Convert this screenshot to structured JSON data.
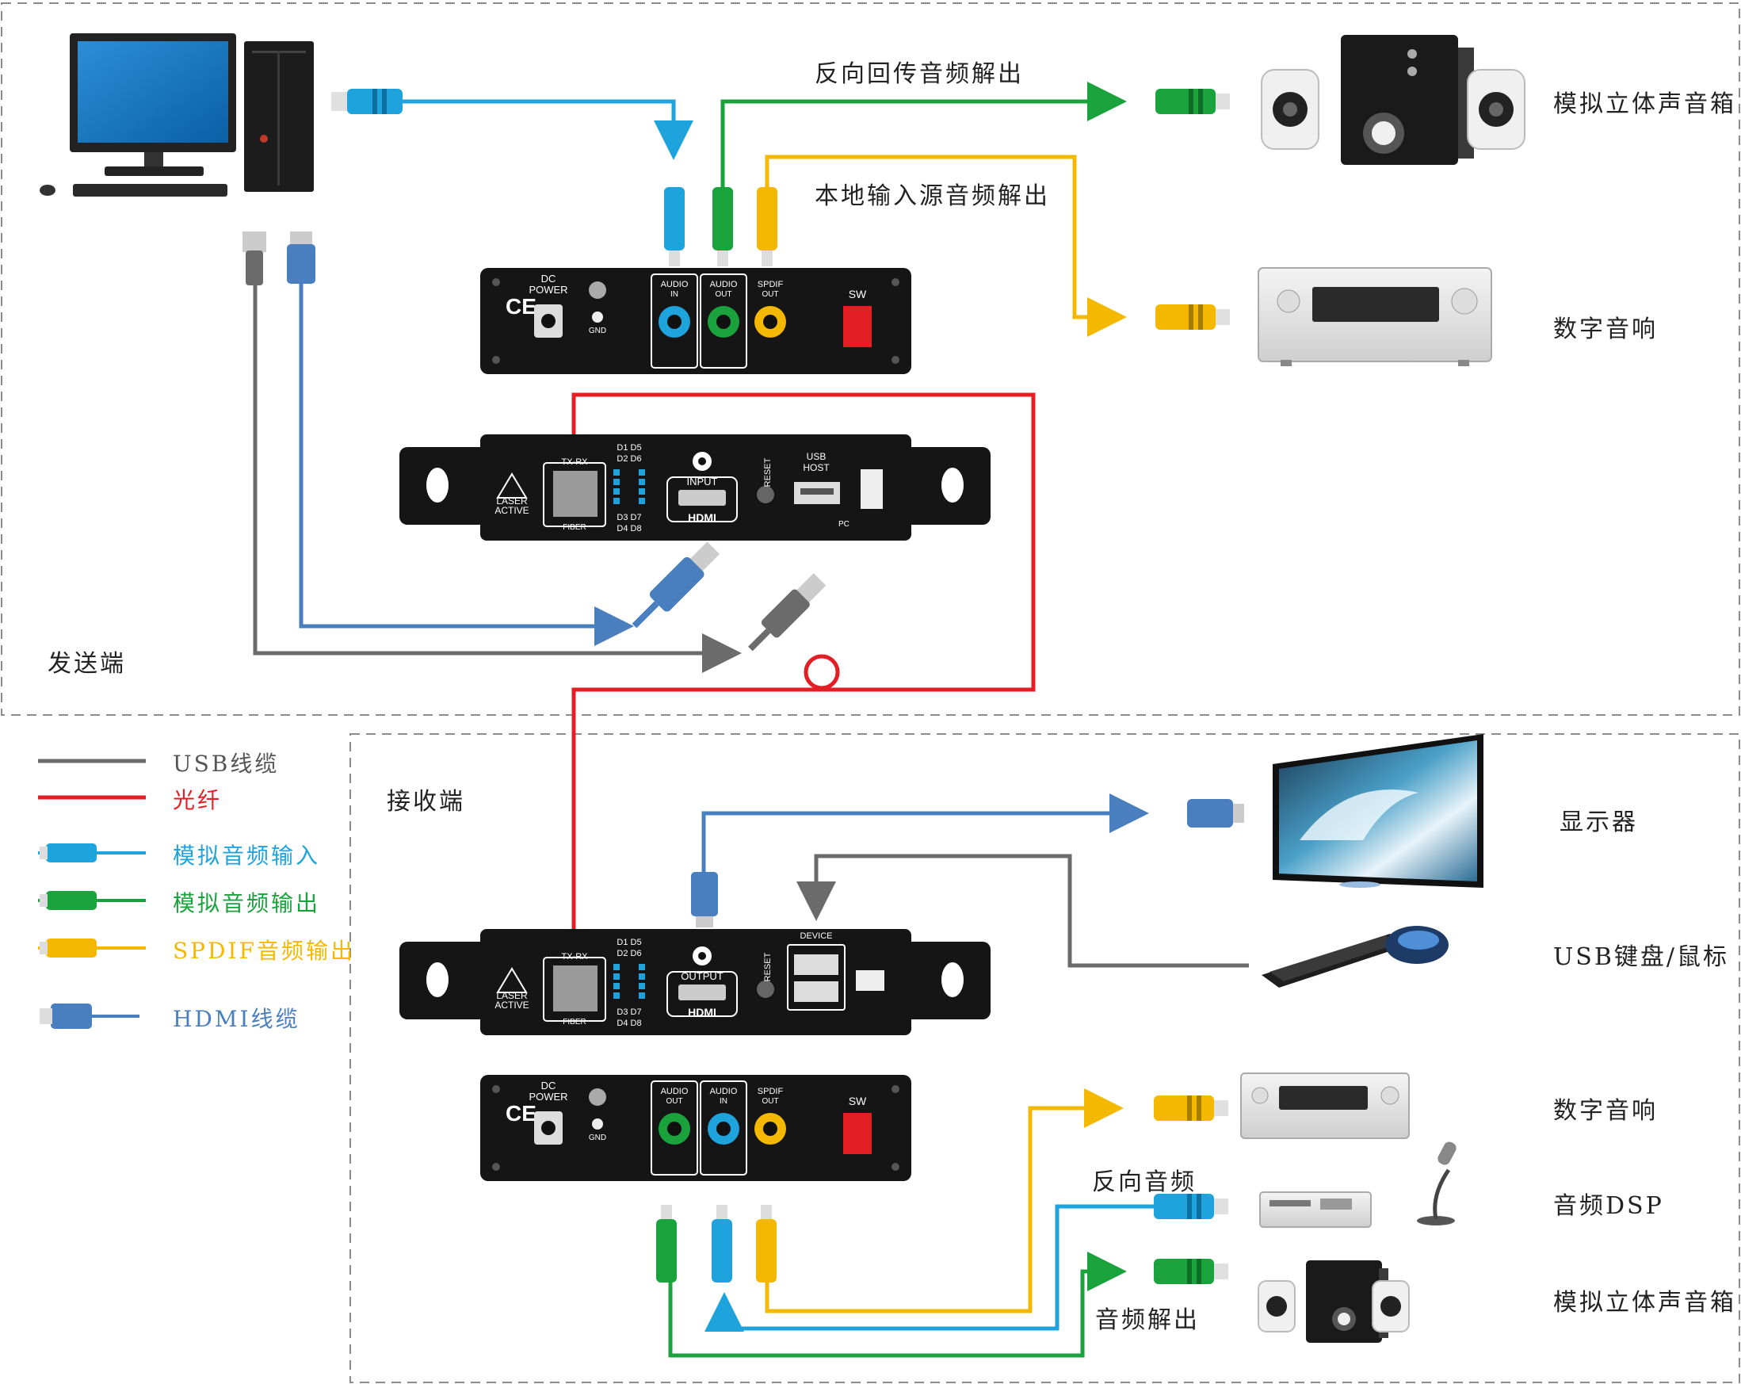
{
  "zones": {
    "sender": "发送端",
    "receiver": "接收端"
  },
  "legend": {
    "usb": "USB线缆",
    "fiber": "光纤",
    "analog_in": "模拟音频输入",
    "analog_out": "模拟音频输出",
    "spdif_out": "SPDIF音频输出",
    "hdmi": "HDMI线缆"
  },
  "colors": {
    "usb": "#6b6b6b",
    "fiber": "#e31e24",
    "analog_in": "#1fa3dd",
    "analog_out": "#1aa33c",
    "spdif": "#f5b800",
    "hdmi": "#4a7fbf"
  },
  "top": {
    "label_return_audio": "反向回传音频解出",
    "label_local_audio": "本地输入源音频解出",
    "device_speakers": "模拟立体声音箱",
    "device_amp": "数字音响"
  },
  "bottom": {
    "device_display": "显示器",
    "device_keyboard_mouse": "USB键盘/鼠标",
    "device_amp": "数字音响",
    "device_dsp": "音频DSP",
    "device_speakers": "模拟立体声音箱",
    "label_reverse_audio": "反向音频",
    "label_audio_out": "音频解出"
  },
  "tx_audio_panel": {
    "dc_power": "DC\nPOWER",
    "dc_l1": "DC",
    "dc_l2": "POWER",
    "gnd": "GND",
    "audio_in_l1": "AUDIO",
    "audio_in_l2": "IN",
    "audio_out_l1": "AUDIO",
    "audio_out_l2": "OUT",
    "spdif_l1": "SPDIF",
    "spdif_l2": "OUT",
    "sw": "SW",
    "ce": "CE"
  },
  "tx_main_panel": {
    "laser_l1": "LASER",
    "laser_l2": "ACTIVE",
    "txrx": "TX-RX",
    "fiber": "FIBER",
    "d1d2": "D1 D5",
    "d2d6": "D2 D6",
    "d3d7": "D3 D7",
    "d4d8": "D4 D8",
    "input": "INPUT",
    "hdmi": "HDMI",
    "reset": "RESET",
    "usb_host_l1": "USB",
    "usb_host_l2": "HOST",
    "pc": "PC"
  },
  "rx_main_panel": {
    "output": "OUTPUT",
    "device": "DEVICE"
  }
}
